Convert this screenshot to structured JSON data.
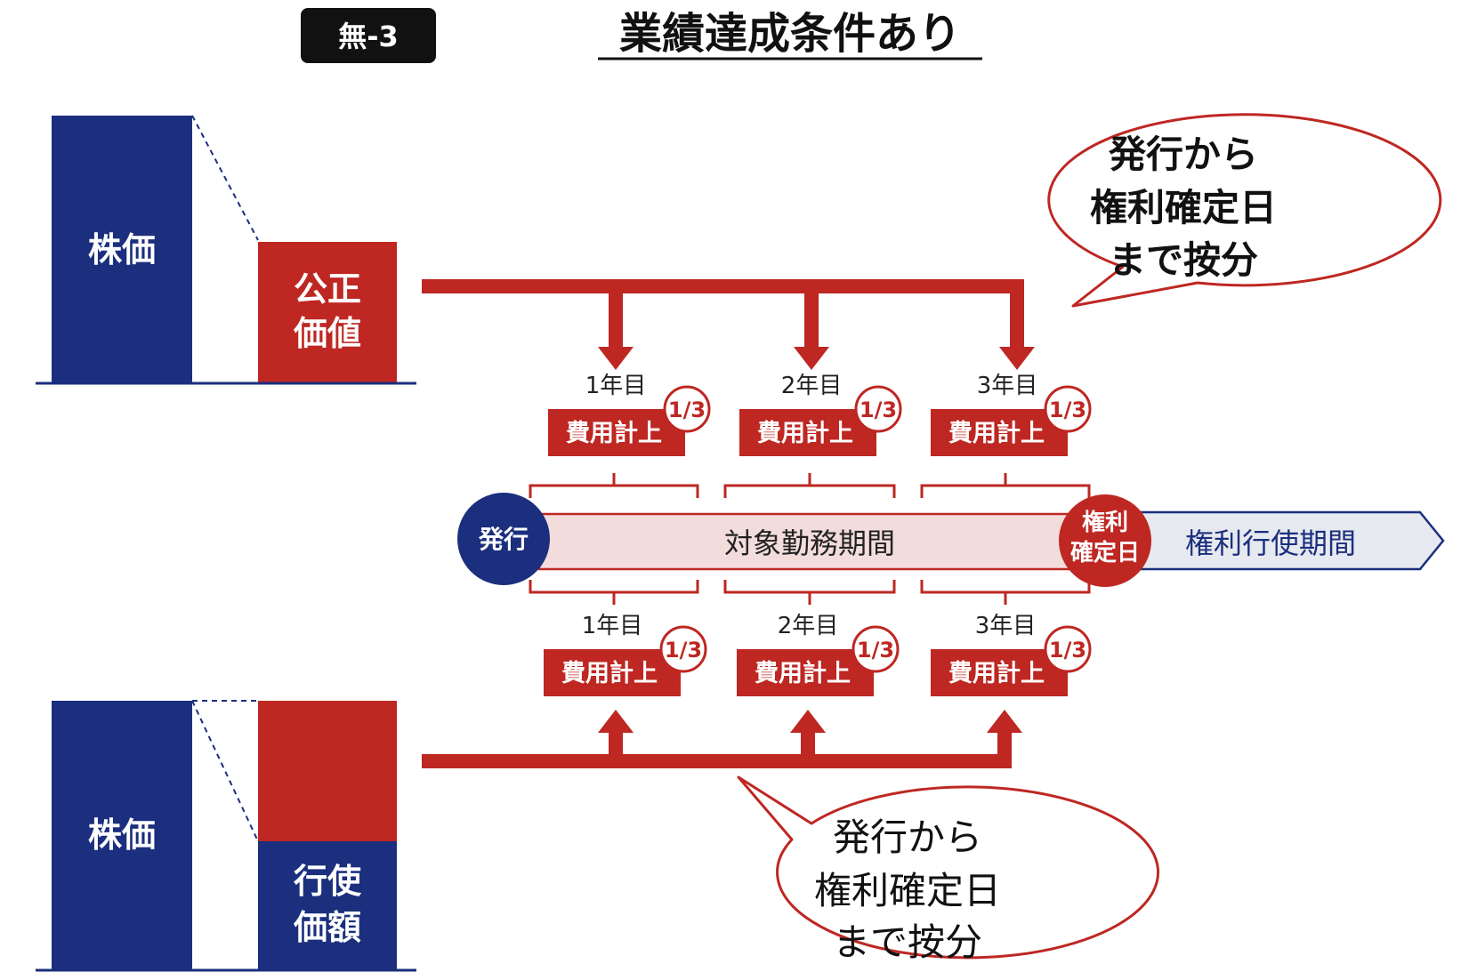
{
  "header": {
    "badge": "無-3",
    "title": "業績達成条件あり"
  },
  "top_panel": {
    "stock_price": "株価",
    "fair_value_line1": "公正",
    "fair_value_line2": "価値"
  },
  "bottom_panel": {
    "stock_price": "株価",
    "exercise_price_line1": "行使",
    "exercise_price_line2": "価額"
  },
  "upper_years": [
    {
      "year": "1年目",
      "expense": "費用計上",
      "fraction": "1/3"
    },
    {
      "year": "2年目",
      "expense": "費用計上",
      "fraction": "1/3"
    },
    {
      "year": "3年目",
      "expense": "費用計上",
      "fraction": "1/3"
    }
  ],
  "lower_years": [
    {
      "year": "1年目",
      "expense": "費用計上",
      "fraction": "1/3"
    },
    {
      "year": "2年目",
      "expense": "費用計上",
      "fraction": "1/3"
    },
    {
      "year": "3年目",
      "expense": "費用計上",
      "fraction": "1/3"
    }
  ],
  "timeline": {
    "issue": "発行",
    "service_period": "対象勤務期間",
    "vesting_date_line1": "権利",
    "vesting_date_line2": "確定日",
    "exercise_period": "権利行使期間"
  },
  "callout_top": {
    "line1": "発行から",
    "line2": "権利確定日",
    "line3": "まで按分"
  },
  "callout_bottom": {
    "line1": "発行から",
    "line2": "権利確定日",
    "line3": "まで按分"
  },
  "colors": {
    "navy": "#1b2f7e",
    "red": "#be2722",
    "pink_band": "#f3dcdc",
    "gray_arrow": "#e6e9ef"
  }
}
